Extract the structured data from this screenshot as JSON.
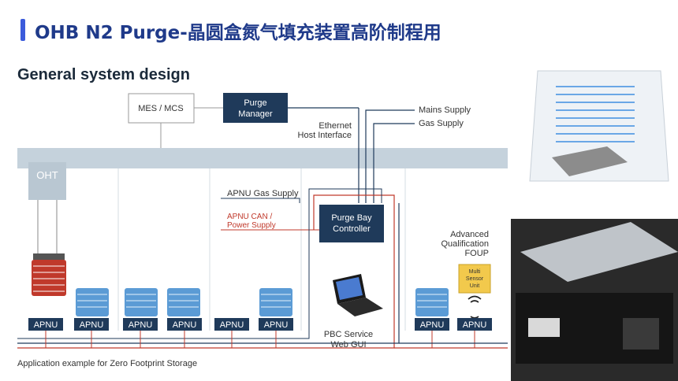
{
  "slide": {
    "title": "OHB N2 Purge-晶圆盒氮气填充装置高阶制程用",
    "accent_color": "#3b5bdb"
  },
  "section_title": "General system design",
  "diagram": {
    "mes_label": "MES / MCS",
    "purge_manager": [
      "Purge",
      "Manager"
    ],
    "ethernet": [
      "Ethernet",
      "Host Interface"
    ],
    "mains_supply": "Mains Supply",
    "gas_supply": "Gas Supply",
    "oht_label": "OHT",
    "apnu_gas_supply": "APNU Gas Supply",
    "apnu_can": [
      "APNU CAN /",
      "Power Supply"
    ],
    "purge_bay_controller": [
      "Purge Bay",
      "Controller"
    ],
    "pbc_service": [
      "PBC Service",
      "Web GUI"
    ],
    "advanced_qual": [
      "Advanced",
      "Qualification",
      "FOUP"
    ],
    "sensor_unit": [
      "Multi",
      "Sensor",
      "Unit"
    ],
    "apnu_labels": [
      "APNU",
      "APNU",
      "APNU",
      "APNU",
      "APNU",
      "APNU",
      "APNU",
      "APNU"
    ],
    "caption": "Application example for Zero Footprint Storage",
    "colors": {
      "navy": "#1f3a5a",
      "rail": "#c5d2dc",
      "red_line": "#c0392b",
      "foup_blue": "#5b9bd5",
      "foup_red": "#c0392b",
      "sensor_yellow": "#f2c94c"
    }
  }
}
